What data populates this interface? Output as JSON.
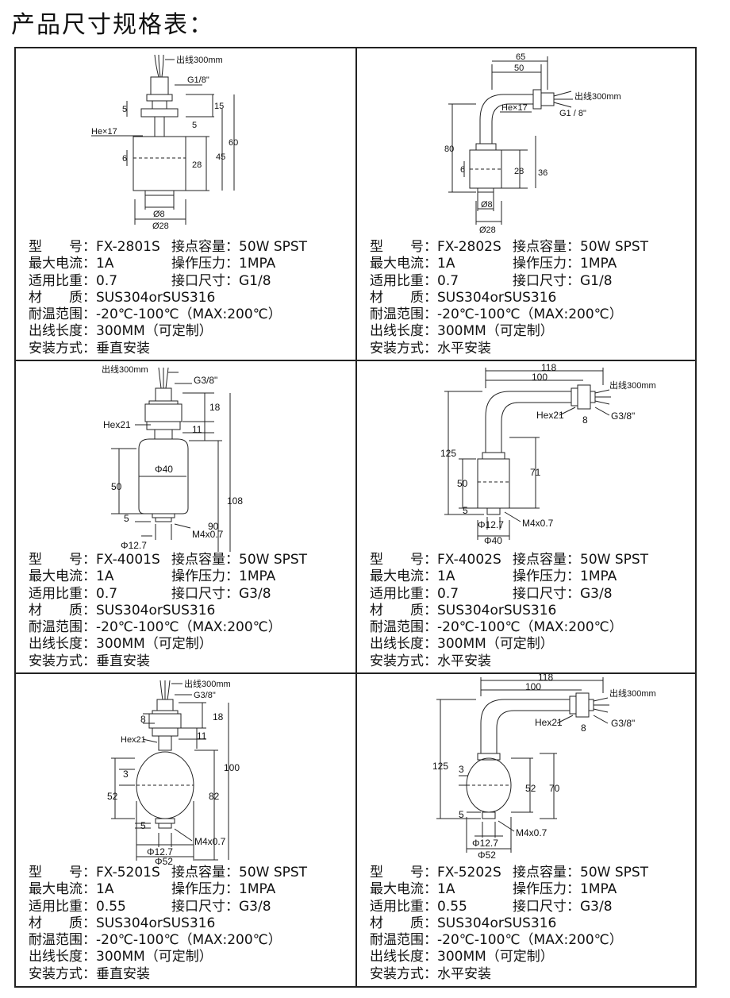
{
  "title": "产品尺寸规格表：",
  "labels": {
    "model": "型　　号：",
    "capacity": "接点容量：",
    "current": "最大电流：",
    "pressure": "操作压力：",
    "gravity": "适用比重：",
    "port": "接口尺寸：",
    "material": "材　　质：",
    "temp": "耐温范围：",
    "wire": "出线长度：",
    "mount": "安装方式："
  },
  "products": [
    {
      "model": "FX-2801S",
      "capacity": "50W SPST",
      "current": "1A",
      "pressure": "1MPA",
      "gravity": "0.7",
      "port": "G1/8",
      "material": "SUS304orSUS316",
      "temp": "-20℃-100℃（MAX:200℃）",
      "wire": "300MM（可定制）",
      "mount": "垂直安装",
      "drawing": {
        "wire": "出线300mm",
        "thread": "G1/8\"",
        "hex": "He×17",
        "d1": "5",
        "d2": "5",
        "d3": "15",
        "d4": "6",
        "d5": "28",
        "d6": "45",
        "d7": "60",
        "d8": "Ø8",
        "d9": "Ø28"
      }
    },
    {
      "model": "FX-2802S",
      "capacity": "50W SPST",
      "current": "1A",
      "pressure": "1MPA",
      "gravity": "0.7",
      "port": "G1/8",
      "material": "SUS304orSUS316",
      "temp": "-20℃-100℃（MAX:200℃）",
      "wire": "300MM（可定制）",
      "mount": "水平安装",
      "drawing": {
        "wire": "出线300mm",
        "thread": "G1 / 8\"",
        "hex": "He×17",
        "d1": "65",
        "d2": "50",
        "d3": "80",
        "d4": "6",
        "d5": "28",
        "d6": "36",
        "d7": "Ø8",
        "d8": "Ø28"
      }
    },
    {
      "model": "FX-4001S",
      "capacity": "50W SPST",
      "current": "1A",
      "pressure": "1MPA",
      "gravity": "0.7",
      "port": "G3/8",
      "material": "SUS304orSUS316",
      "temp": "-20℃-100℃（MAX:200℃）",
      "wire": "300MM（可定制）",
      "mount": "垂直安装",
      "drawing": {
        "wire": "出线300mm",
        "thread": "G3/8\"",
        "hex": "Hex21",
        "d1": "18",
        "d2": "11",
        "d3": "108",
        "d4": "50",
        "d5": "Φ40",
        "d6": "90",
        "d7": "5",
        "d8": "M4x0.7",
        "d9": "Φ12.7"
      }
    },
    {
      "model": "FX-4002S",
      "capacity": "50W SPST",
      "current": "1A",
      "pressure": "1MPA",
      "gravity": "0.7",
      "port": "G3/8",
      "material": "SUS304orSUS316",
      "temp": "-20℃-100℃（MAX:200℃）",
      "wire": "300MM（可定制）",
      "mount": "水平安装",
      "drawing": {
        "wire": "出线300mm",
        "thread": "G3/8\"",
        "hex": "Hex21",
        "d1": "118",
        "d2": "100",
        "d3": "8",
        "d4": "125",
        "d5": "50",
        "d6": "71",
        "d7": "5",
        "d8": "Φ12.7",
        "d9": "M4x0.7",
        "d10": "Φ40"
      }
    },
    {
      "model": "FX-5201S",
      "capacity": "50W SPST",
      "current": "1A",
      "pressure": "1MPA",
      "gravity": "0.55",
      "port": "G3/8",
      "material": "SUS304orSUS316",
      "temp": "-20℃-100℃（MAX:200℃）",
      "wire": "300MM（可定制）",
      "mount": "垂直安装",
      "drawing": {
        "wire": "出线300mm",
        "thread": "G3/8\"",
        "hex": "Hex21",
        "d1": "8",
        "d2": "18",
        "d3": "11",
        "d4": "100",
        "d5": "3",
        "d6": "52",
        "d7": "82",
        "d8": "5",
        "d9": "M4x0.7",
        "d10": "Φ12.7",
        "d11": "Φ52"
      }
    },
    {
      "model": "FX-5202S",
      "capacity": "50W SPST",
      "current": "1A",
      "pressure": "1MPA",
      "gravity": "0.55",
      "port": "G3/8",
      "material": "SUS304orSUS316",
      "temp": "-20℃-100℃（MAX:200℃）",
      "wire": "300MM（可定制）",
      "mount": "水平安装",
      "drawing": {
        "wire": "出线300mm",
        "thread": "G3/8\"",
        "hex": "Hex21",
        "d1": "118",
        "d2": "100",
        "d3": "8",
        "d4": "125",
        "d5": "3",
        "d6": "52",
        "d7": "70",
        "d8": "5",
        "d9": "M4x0.7",
        "d10": "Φ12.7",
        "d11": "Φ52"
      }
    }
  ]
}
